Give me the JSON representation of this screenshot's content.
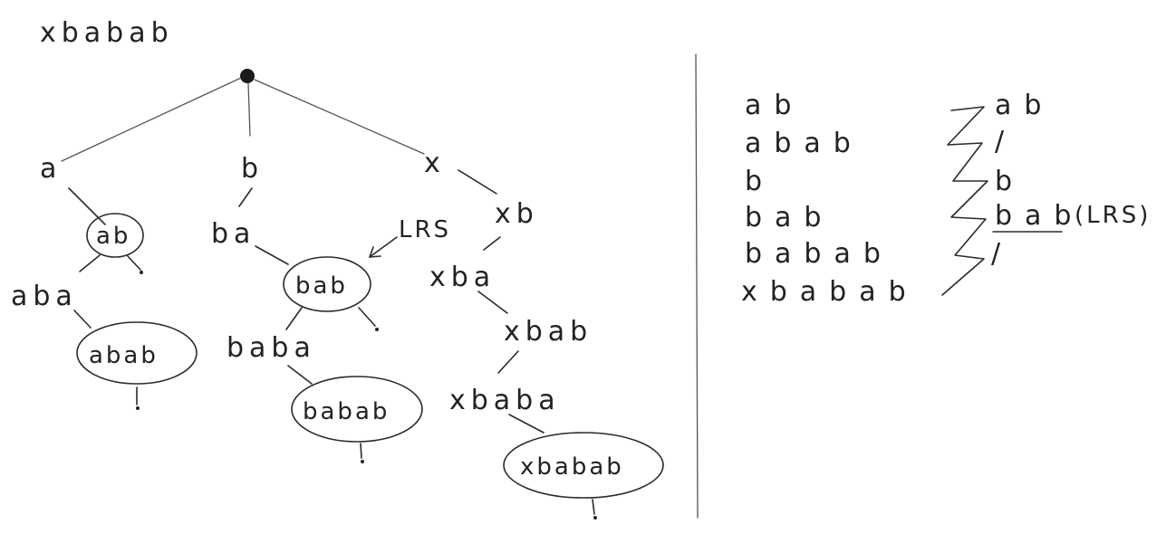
{
  "title": "xbabab",
  "tree": {
    "branch_a": {
      "edge_label": "a",
      "node1": "ab",
      "node2_edge": "aba",
      "node2": "abab"
    },
    "branch_b": {
      "edge_label": "b",
      "node1_edge": "ba",
      "node1": "bab",
      "lrs_annotation": "LRS",
      "node2_edge": "baba",
      "node2": "babab"
    },
    "branch_x": {
      "edge_label": "x",
      "node1_edge": "xb",
      "node2_edge": "xba",
      "node3_edge": "xbab",
      "node4_edge": "xbaba",
      "node4": "xbabab"
    }
  },
  "suffix_list": {
    "sorted_suffixes": [
      "ab",
      "abab",
      "b",
      "bab",
      "babab",
      "xbabab"
    ],
    "common_prefixes": [
      "ab",
      "/",
      "b",
      "bab",
      "/"
    ],
    "lrs_marker": "(LRS)"
  }
}
